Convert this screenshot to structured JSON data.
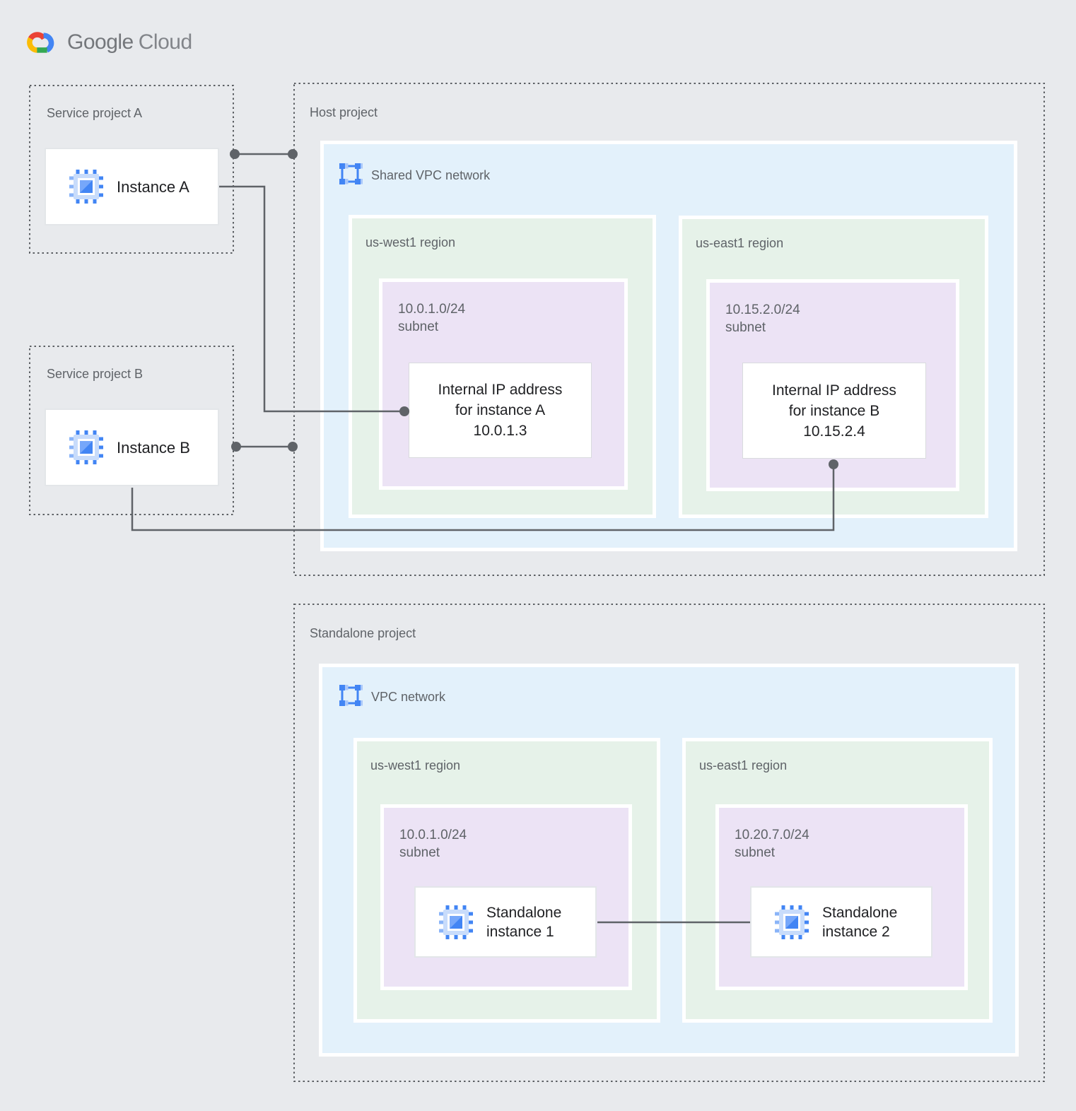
{
  "logo": {
    "brand_primary": "Google",
    "brand_secondary": "Cloud"
  },
  "service_project_a": {
    "label": "Service project A",
    "instance": {
      "label": "Instance A",
      "icon": "compute-instance-icon"
    }
  },
  "service_project_b": {
    "label": "Service project B",
    "instance": {
      "label": "Instance B",
      "icon": "compute-instance-icon"
    }
  },
  "host_project": {
    "label": "Host project",
    "network": {
      "label": "Shared VPC network",
      "icon": "vpc-network-icon"
    },
    "regions": [
      {
        "label": "us-west1 region",
        "subnet": {
          "cidr": "10.0.1.0/24",
          "kind": "subnet"
        },
        "card": {
          "line1": "Internal IP address",
          "line2": "for instance A",
          "line3": "10.0.1.3"
        }
      },
      {
        "label": "us-east1 region",
        "subnet": {
          "cidr": "10.15.2.0/24",
          "kind": "subnet"
        },
        "card": {
          "line1": "Internal IP address",
          "line2": "for instance B",
          "line3": "10.15.2.4"
        }
      }
    ]
  },
  "standalone_project": {
    "label": "Standalone project",
    "network": {
      "label": "VPC network",
      "icon": "vpc-network-icon"
    },
    "regions": [
      {
        "label": "us-west1 region",
        "subnet": {
          "cidr": "10.0.1.0/24",
          "kind": "subnet"
        },
        "instance": {
          "line1": "Standalone",
          "line2": "instance 1",
          "icon": "compute-instance-icon"
        }
      },
      {
        "label": "us-east1 region",
        "subnet": {
          "cidr": "10.20.7.0/24",
          "kind": "subnet"
        },
        "instance": {
          "line1": "Standalone",
          "line2": "instance 2",
          "icon": "compute-instance-icon"
        }
      }
    ]
  },
  "connections": [
    {
      "from": "Service project A",
      "to": "Host project"
    },
    {
      "from": "Instance A",
      "to": "Internal IP address for instance A 10.0.1.3"
    },
    {
      "from": "Service project B",
      "to": "Host project"
    },
    {
      "from": "Instance B",
      "to": "Internal IP address for instance B 10.15.2.4"
    },
    {
      "from": "Standalone instance 1",
      "to": "Standalone instance 2"
    }
  ],
  "colors": {
    "background": "#E8EAED",
    "network_blue": "#E3F1FB",
    "region_green": "#E6F2E9",
    "subnet_purple": "#ECE3F5",
    "connector_gray": "#5F6368",
    "label_gray": "#5F6368",
    "text_dark": "#202124",
    "brand_blue": "#4285F4",
    "brand_red": "#EA4335",
    "brand_yellow": "#FBBC05",
    "brand_green": "#34A853"
  }
}
